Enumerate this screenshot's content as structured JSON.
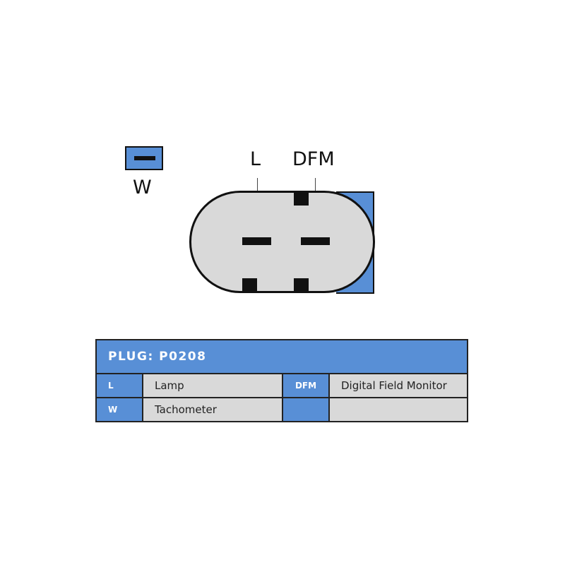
{
  "diagram": {
    "side_pin": {
      "label": "W"
    },
    "pins": [
      {
        "label": "L"
      },
      {
        "label": "DFM"
      }
    ],
    "colors": {
      "accent": "#588fd6",
      "body": "#d9d9d9",
      "outline": "#111111"
    }
  },
  "table": {
    "title": "PLUG: P0208",
    "rows": [
      {
        "key1": "L",
        "value1": "Lamp",
        "key2": "DFM",
        "value2": "Digital Field Monitor"
      },
      {
        "key1": "W",
        "value1": "Tachometer",
        "key2": "",
        "value2": ""
      }
    ]
  }
}
